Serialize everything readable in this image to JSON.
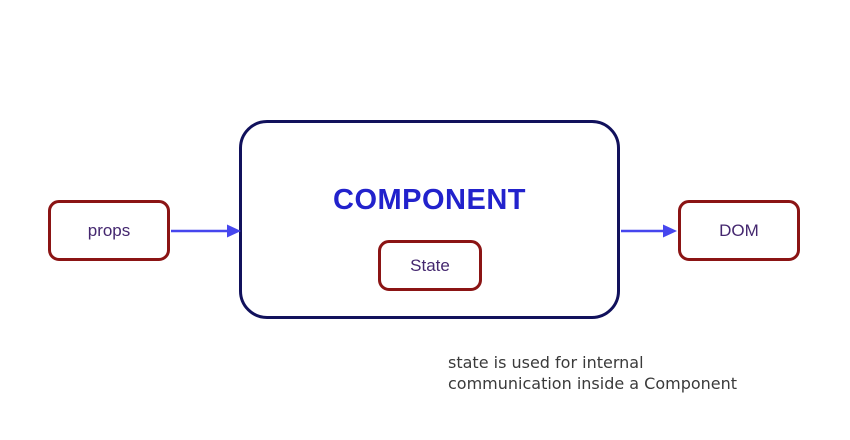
{
  "diagram": {
    "props_box": {
      "label": "props"
    },
    "component_box": {
      "label": "COMPONENT"
    },
    "state_box": {
      "label": "State"
    },
    "dom_box": {
      "label": "DOM"
    },
    "caption": {
      "line1": "state is used for internal",
      "line2": "communication inside a Component"
    }
  },
  "colors": {
    "background": "#ffffff",
    "box-red-border": "#8b1414",
    "component-border": "#11115c",
    "component-text": "#2222cc",
    "label-text": "#44276f",
    "arrow": "#4646ee",
    "caption-text": "#3a3a3a"
  }
}
